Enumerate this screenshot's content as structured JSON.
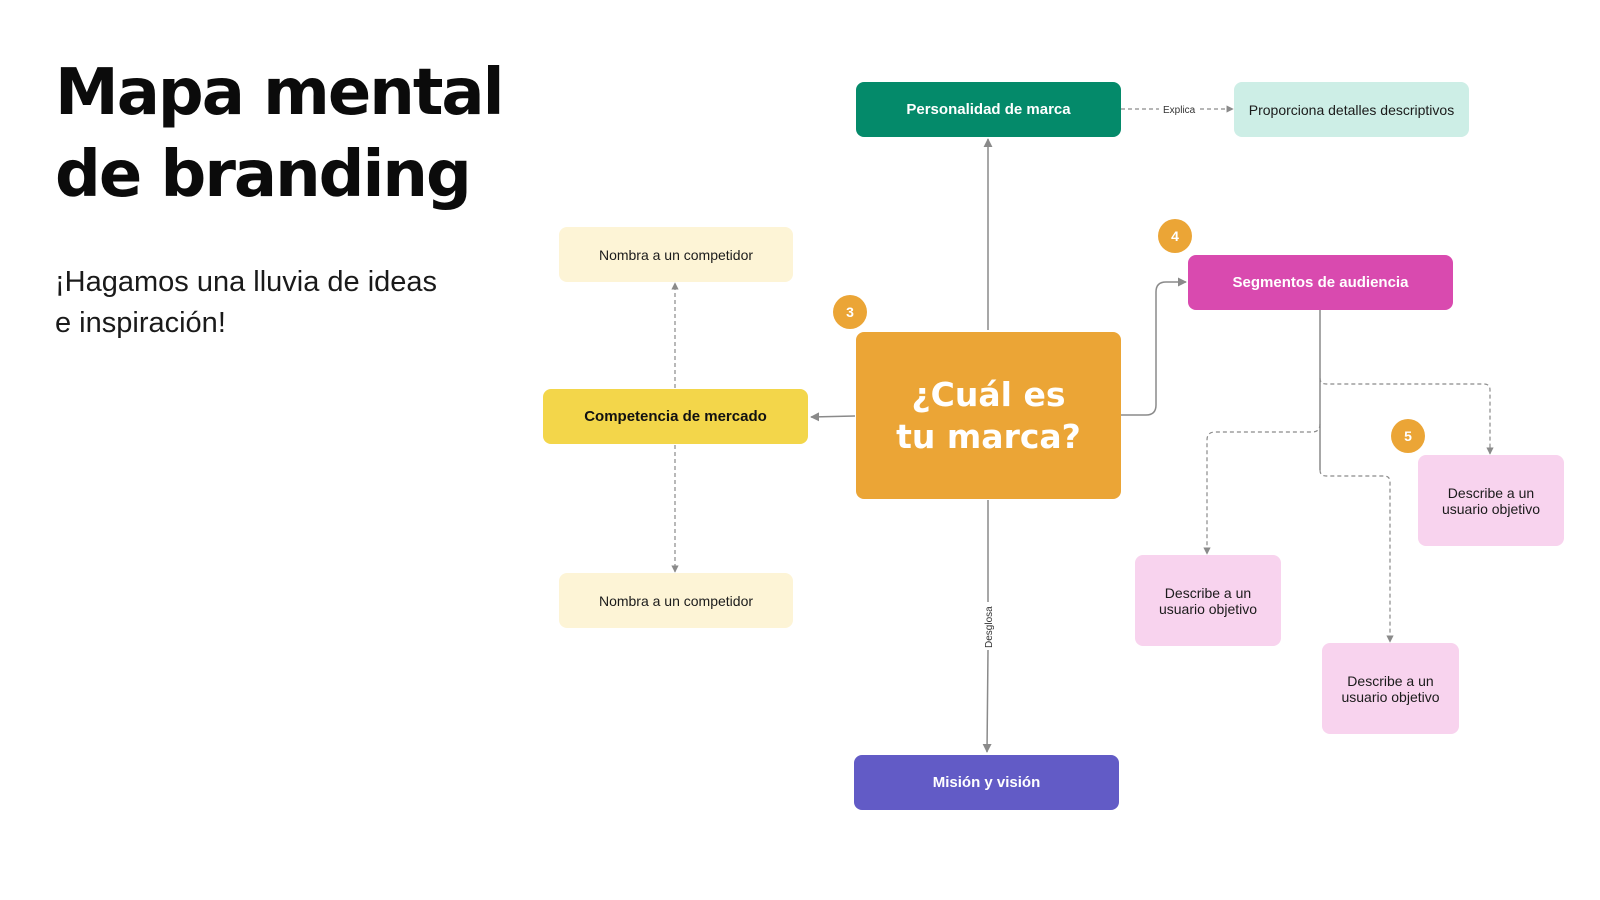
{
  "header": {
    "title_line1": "Mapa mental",
    "title_line2": "de branding",
    "subtitle_line1": "¡Hagamos una lluvia de ideas",
    "subtitle_line2": "e inspiración!"
  },
  "colors": {
    "central": "#eba536",
    "personality": "#048a6a",
    "personality_detail": "#cdeee6",
    "competition": "#f3d64a",
    "competitor": "#fdf4d6",
    "audience": "#d94aaf",
    "user": "#f8d3ee",
    "mission": "#625bc6",
    "badge": "#eba536",
    "connector": "#8a8a8a"
  },
  "nodes": {
    "central_line1": "¿Cuál es",
    "central_line2": "tu marca?",
    "personality": "Personalidad de marca",
    "personality_detail": "Proporciona detalles descriptivos",
    "competition": "Competencia de mercado",
    "competitor_top": "Nombra a un competidor",
    "competitor_bottom": "Nombra a un competidor",
    "audience": "Segmentos de audiencia",
    "user_left": "Describe a un usuario objetivo",
    "user_middle": "Describe a un usuario objetivo",
    "user_right": "Describe a un usuario objetivo",
    "mission": "Misión y visión"
  },
  "edges": {
    "explica": "Explica",
    "desglosa": "Desglosa"
  },
  "badges": {
    "competition": "3",
    "audience": "4",
    "users": "5"
  }
}
